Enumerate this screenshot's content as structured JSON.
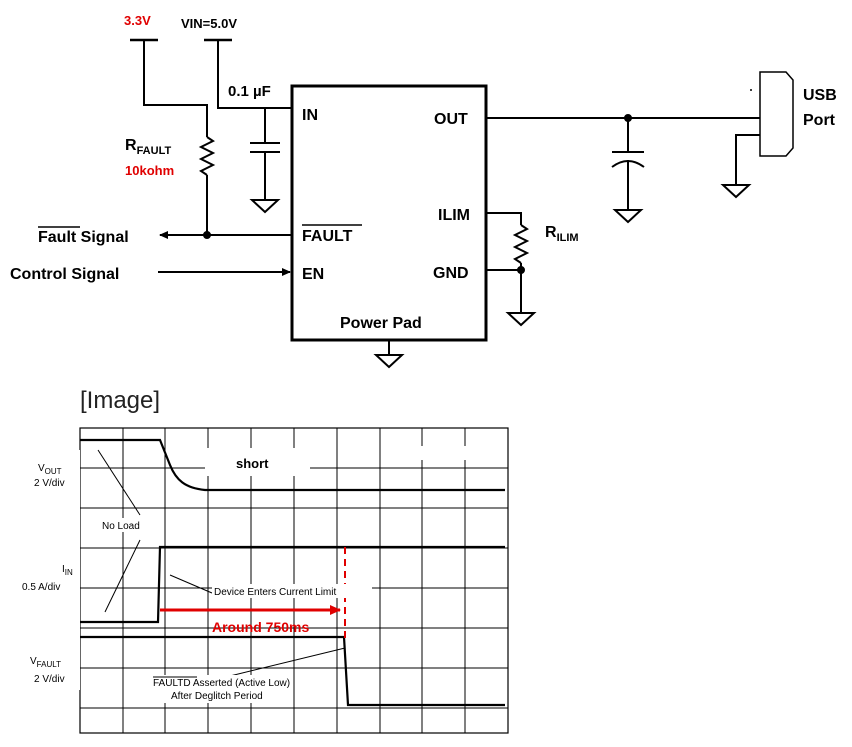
{
  "schematic": {
    "supply_left": "3.3V",
    "supply_right": "VIN=5.0V",
    "cap_in": "0.1 µF",
    "rfault_label": "R",
    "rfault_sub": "FAULT",
    "rfault_value": "10kohm",
    "pin_in": "IN",
    "pin_out": "OUT",
    "pin_ilim": "ILIM",
    "pin_gnd": "GND",
    "pin_fault": "FAULT",
    "pin_en": "EN",
    "power_pad": "Power Pad",
    "fault_signal": "Fault Signal",
    "fault_signal_overbar": "Fault",
    "fault_signal_rest": " Signal",
    "control_signal": "Control  Signal",
    "rilim_label": "R",
    "rilim_sub": "ILIM",
    "usb_line1": "USB",
    "usb_line2": "Port"
  },
  "image_caption": "[Image]",
  "scope": {
    "vout_label": "V",
    "vout_sub": "OUT",
    "vout_scale": "2 V/div",
    "iin_label": "I",
    "iin_sub": "IN",
    "iin_scale": "0.5 A/div",
    "vfault_label": "V",
    "vfault_sub": "FAULT",
    "vfault_scale": "2 V/div",
    "short_label": "short",
    "no_load": "No Load",
    "current_limit_note": "Device Enters Current Limit",
    "timing_note": "Around 750ms",
    "fault_note_line1": "FAULTD Asserted (Active Low)",
    "fault_note_line2": "After Deglitch Period",
    "colors": {
      "annotation": "#e00000",
      "trace": "#000000",
      "grid": "#000000"
    }
  }
}
